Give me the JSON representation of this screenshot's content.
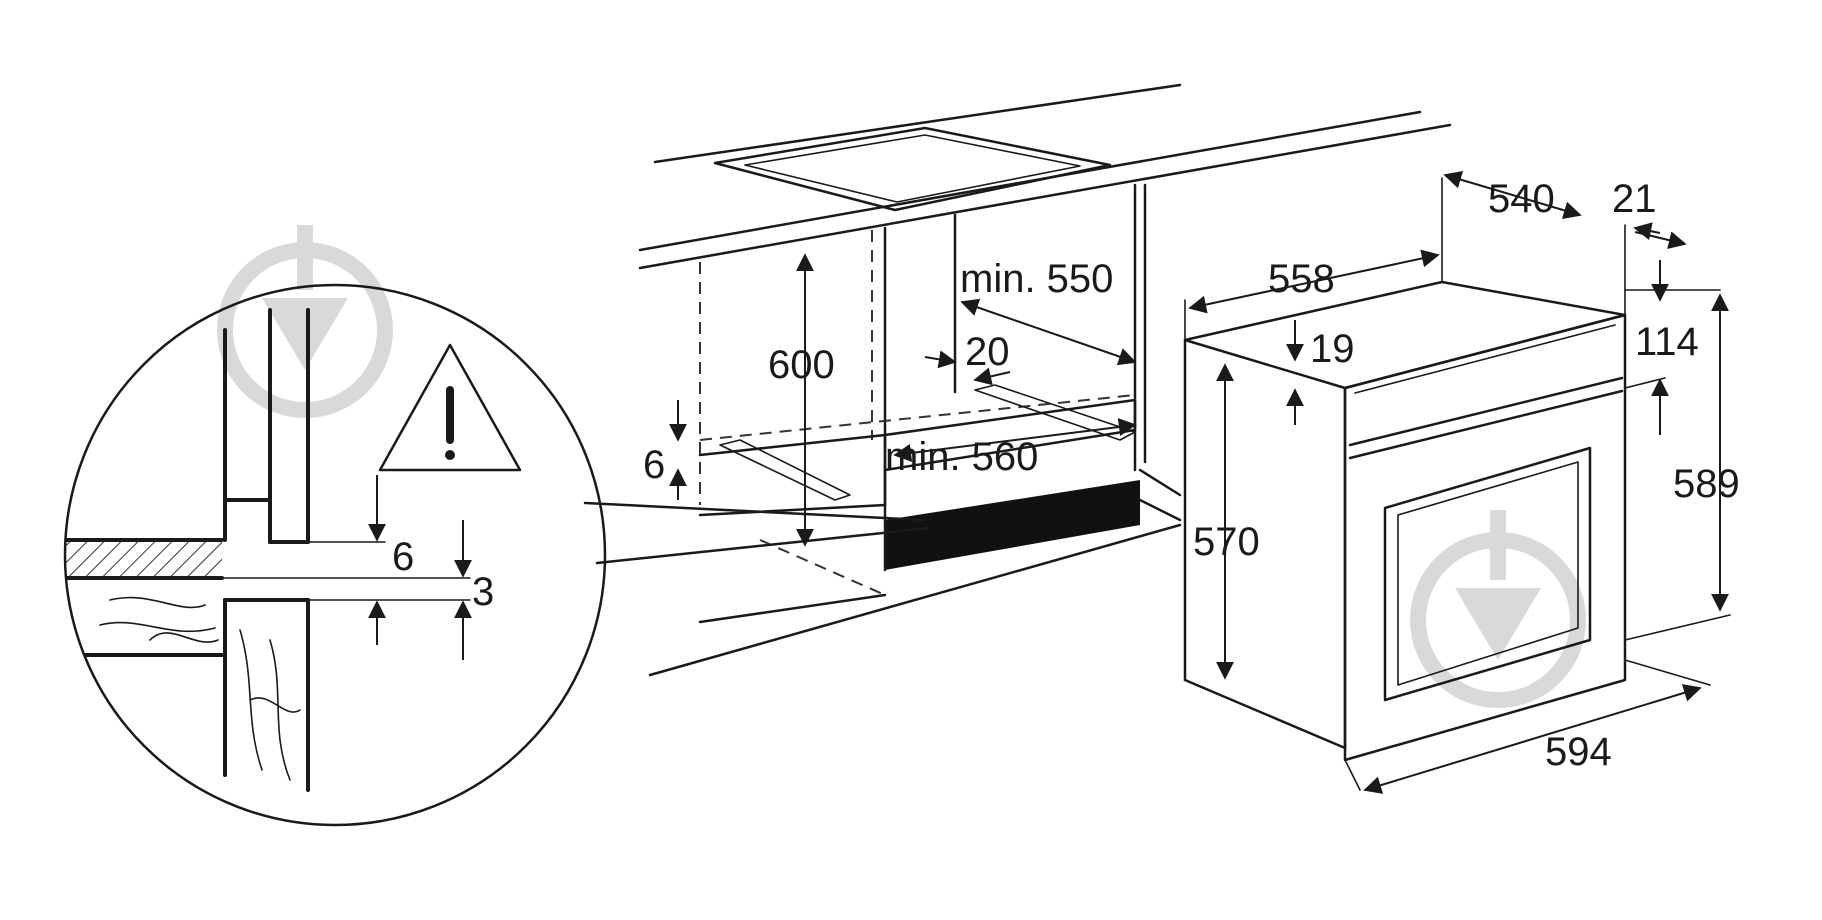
{
  "labels": {
    "d600": "600",
    "min550": "min. 550",
    "d20": "20",
    "min560": "min. 560",
    "d6_cab": "6",
    "d540": "540",
    "d21": "21",
    "d558": "558",
    "d19": "19",
    "d114": "114",
    "d589": "589",
    "d570": "570",
    "d594": "594",
    "d6_detail": "6",
    "d3_detail": "3"
  },
  "icons": {
    "warning": "warning-triangle-icon",
    "watermark": "watermark-logo-icon"
  },
  "colors": {
    "line": "#1a1a1a",
    "watermark": "#d9d9d9"
  }
}
